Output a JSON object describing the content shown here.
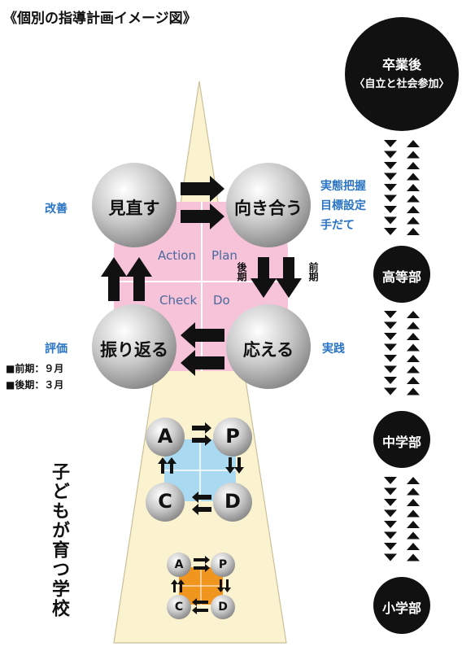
{
  "title": "《個別の指導計画イメージ図》",
  "large_cycle": {
    "circles": {
      "act": "見直す",
      "plan": "向き合う",
      "check": "振り返る",
      "do": "応える"
    },
    "pdca": {
      "action": "Action",
      "plan": "Plan",
      "check": "Check",
      "do": "Do"
    },
    "side_labels": {
      "act": "改善",
      "plan": [
        "実態把握",
        "目標設定",
        "手だて"
      ],
      "check": "評価",
      "do": "実践"
    },
    "term_labels": {
      "left": "後期",
      "right": "前期"
    },
    "schedule": [
      "■前期：９月",
      "■後期：３月"
    ]
  },
  "mid_cycle": {
    "a": "A",
    "p": "P",
    "c": "C",
    "d": "D"
  },
  "small_cycle": {
    "a": "A",
    "p": "P",
    "c": "C",
    "d": "D"
  },
  "vertical_label": "子どもが育つ学校",
  "stages": {
    "graduation": {
      "line1": "卒業後",
      "line2": "〈自立と社会参加〉"
    },
    "high": "高等部",
    "middle": "中学部",
    "elementary": "小学部"
  },
  "colors": {
    "triangle": "#fbf3cf",
    "large_square": "#f6c3d8",
    "mid_square": "#a9daf2",
    "small_square": "#f0961f",
    "node_black": "#111111",
    "blue_text": "#2a74c4"
  }
}
